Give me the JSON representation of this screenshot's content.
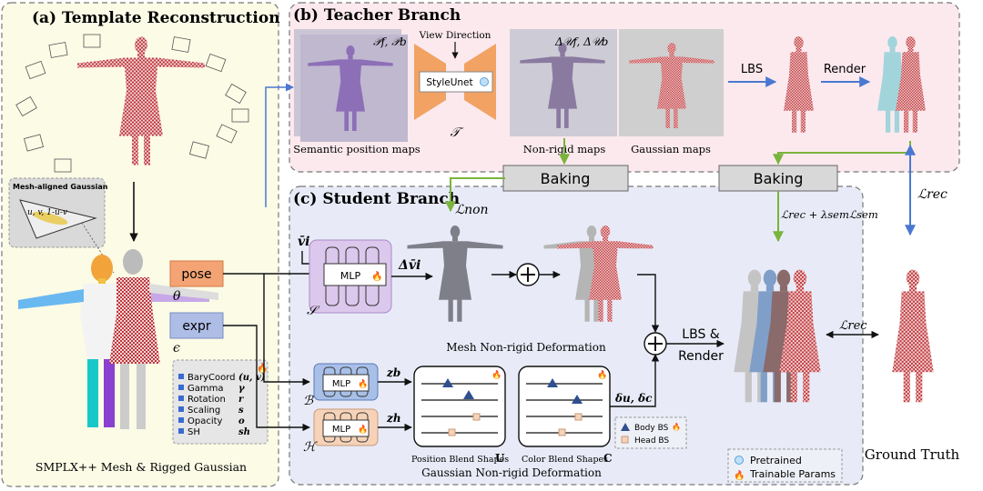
{
  "panels": {
    "template": {
      "title": "(a) Template Reconstruction",
      "caption": "SMPLX++ Mesh  & Rigged Gaussian",
      "inset_title": "Mesh-aligned Gaussian",
      "inset_formula": "u, v, 1-u-v"
    },
    "teacher": {
      "title": "(b) Teacher Branch"
    },
    "student": {
      "title": "(c) Student Branch"
    }
  },
  "teacher": {
    "semantic_maps": "Semantic position maps",
    "semantic_sym": "𝒫f, 𝒫b",
    "view_direction": "View Direction",
    "styleunet": "StyleUnet",
    "t_sym": "𝒯",
    "nonrigid_maps": "Non-rigid maps",
    "nonrigid_sym": "Δ𝒰f, Δ𝒰b",
    "gaussian_maps": "Gaussian maps",
    "lbs": "LBS",
    "render": "Render"
  },
  "baking": {
    "left": "Baking",
    "right": "Baking"
  },
  "losses": {
    "l_non": "ℒnon",
    "l_rec_sem": "ℒrec + λsemℒsem",
    "l_rec_vertical": "ℒrec",
    "l_rec_horizontal": "ℒrec"
  },
  "inputs": {
    "pose": "pose",
    "pose_sym": "θ",
    "expr": "expr",
    "expr_sym": "ϵ",
    "vbar": "v̄i"
  },
  "params": [
    {
      "name": "BaryCoord",
      "sym": "(u, v)"
    },
    {
      "name": "Gamma",
      "sym": "γ"
    },
    {
      "name": "Rotation",
      "sym": "r"
    },
    {
      "name": "Scaling",
      "sym": "s"
    },
    {
      "name": "Opacity",
      "sym": "o"
    },
    {
      "name": "SH",
      "sym": "sh"
    }
  ],
  "student": {
    "mlp": "MLP",
    "s_sym": "𝒮",
    "b_sym": "ℬ",
    "h_sym": "ℋ",
    "dvbar": "Δv̄i",
    "zb": "zb",
    "zh": "zh",
    "mesh_deform": "Mesh Non-rigid Deformation",
    "pos_blend": "Position Blend Shapes",
    "pos_sym": "U",
    "color_blend": "Color Blend Shapes",
    "color_sym": "C",
    "gauss_deform": "Gaussian Non-rigid Deformation",
    "delta": "δu, δc",
    "lbs_render_1": "LBS &",
    "lbs_render_2": "Render",
    "body_bs": "Body BS",
    "head_bs": "Head BS"
  },
  "legend": {
    "pretrained": "Pretrained",
    "trainable": "Trainable Params"
  },
  "ground_truth": "Ground Truth",
  "colors": {
    "panel_a": "#fbfbe6",
    "panel_b": "#fbe9ee",
    "panel_c": "#e8ebf7",
    "pose": "#f4a474",
    "expr": "#aebde6",
    "s_box": "#dcc8ec",
    "b_box": "#a8c0e8",
    "h_box": "#f6d3b8",
    "dress": "#c0373c",
    "arrow_blue": "#4a78d0",
    "arrow_green": "#7ab43c"
  }
}
